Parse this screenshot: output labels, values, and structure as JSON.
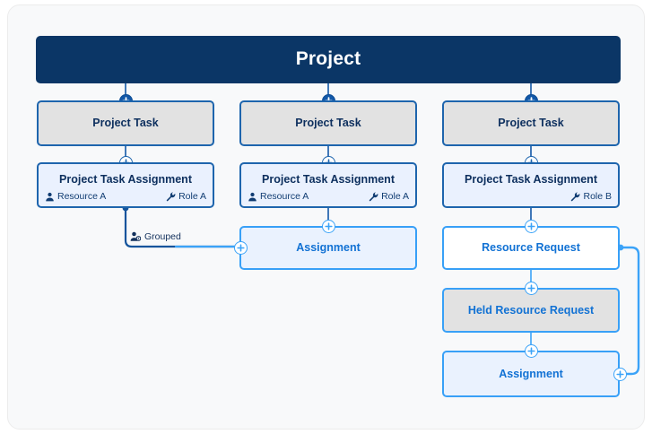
{
  "diagram": {
    "title_node": {
      "label": "Project"
    },
    "columns": [
      {
        "id": "col-1",
        "task": {
          "label": "Project Task"
        },
        "assignment": {
          "label": "Project Task Assignment",
          "resource": "Resource A",
          "role": "Role A",
          "resource_icon": "person-icon",
          "role_icon": "wrench-icon"
        }
      },
      {
        "id": "col-2",
        "task": {
          "label": "Project Task"
        },
        "assignment": {
          "label": "Project Task Assignment",
          "resource": "Resource A",
          "role": "Role A",
          "resource_icon": "person-icon",
          "role_icon": "wrench-icon"
        },
        "assignment_node": {
          "label": "Assignment"
        }
      },
      {
        "id": "col-3",
        "task": {
          "label": "Project Task"
        },
        "assignment": {
          "label": "Project Task Assignment",
          "resource": "",
          "role": "Role B",
          "resource_icon": "",
          "role_icon": "wrench-icon"
        },
        "resource_request": {
          "label": "Resource Request"
        },
        "held_resource_request": {
          "label": "Held Resource Request"
        },
        "assignment_node": {
          "label": "Assignment"
        }
      }
    ],
    "edge_labels": [
      {
        "id": "grouped",
        "label": "Grouped",
        "icon": "person-group-icon"
      }
    ],
    "colors": {
      "project_bar": "#0b3666",
      "task_fill": "#e2e2e2",
      "task_border": "#1e65ad",
      "assignment_fill": "#eaf1fe",
      "light_border": "#38a0f7",
      "light_text": "#1272d4",
      "dark_text": "#0d2f5e",
      "canvas": "#f8f9fa",
      "wire_dark": "#1258a8",
      "wire_light": "#3ba3f8"
    }
  }
}
